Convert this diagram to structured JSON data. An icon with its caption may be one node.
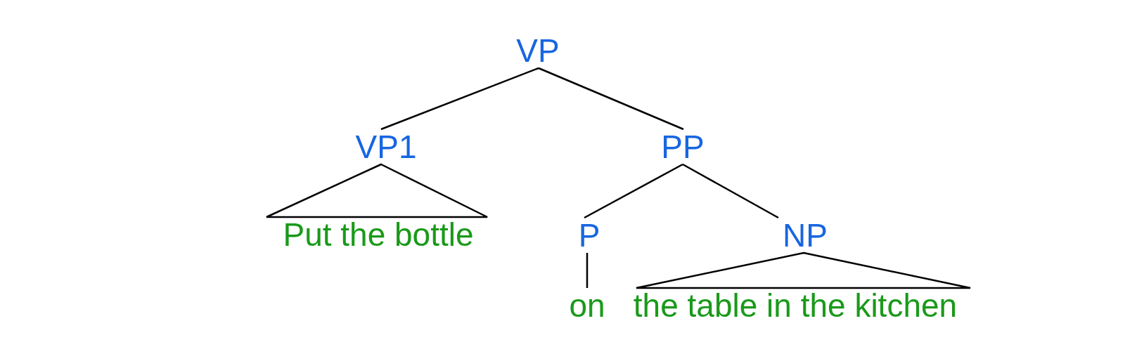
{
  "diagram": {
    "nodes": [
      {
        "text": [
          "VP"
        ]
      },
      {
        "text": [
          "VP1"
        ]
      },
      {
        "text": [
          "PP"
        ]
      },
      {
        "text": [
          "Put the bottle"
        ]
      },
      {
        "text": [
          "P"
        ]
      },
      {
        "text": [
          "NP"
        ]
      },
      {
        "text": [
          "on"
        ]
      },
      {
        "text": [
          "the table in the kitchen"
        ]
      }
    ],
    "edges": [
      {
        "from": 0,
        "to": 1,
        "arrow": "none"
      },
      {
        "from": 0,
        "to": 2,
        "arrow": "none"
      },
      {
        "from": 1,
        "to": 3,
        "arrow": "none"
      },
      {
        "from": 2,
        "to": 4,
        "arrow": "none"
      },
      {
        "from": 2,
        "to": 5,
        "arrow": "none"
      },
      {
        "from": 4,
        "to": 6,
        "arrow": "none"
      },
      {
        "from": 5,
        "to": 7,
        "arrow": "none"
      }
    ]
  }
}
